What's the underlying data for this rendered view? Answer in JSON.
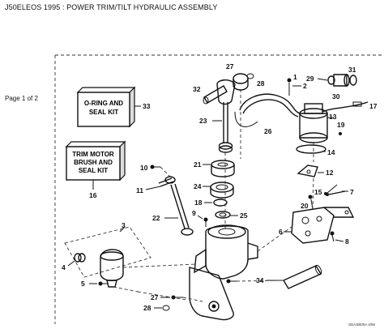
{
  "title": "J50ELEOS 1995 : POWER TRIM/TILT HYDRAULIC ASSEMBLY",
  "page_indicator": "Page 1 of 2",
  "kits": [
    {
      "line1": "O-RING AND",
      "line2": "SEAL KIT",
      "line3": "",
      "callout": "33"
    },
    {
      "line1": "TRIM MOTOR",
      "line2": "BRUSH AND",
      "line3": "SEAL KIT",
      "callout": "16"
    }
  ],
  "callouts": {
    "c1": "1",
    "c2": "2",
    "c3": "3",
    "c4": "4",
    "c5": "5",
    "c6": "6",
    "c7": "7",
    "c8": "8",
    "c9": "9",
    "c10": "10",
    "c11": "11",
    "c12": "12",
    "c13": "13",
    "c14": "14",
    "c15": "15",
    "c17": "17",
    "c18": "18",
    "c19": "19",
    "c20": "20",
    "c21": "21",
    "c22": "22",
    "c23": "23",
    "c24": "24",
    "c25": "25",
    "c26": "26",
    "c27a": "27",
    "c27b": "27",
    "c28a": "28",
    "c28b": "28",
    "c29": "29",
    "c30": "30",
    "c31": "31",
    "c32": "32",
    "c34": "34"
  },
  "stamp": "SDASB05A 4/96"
}
